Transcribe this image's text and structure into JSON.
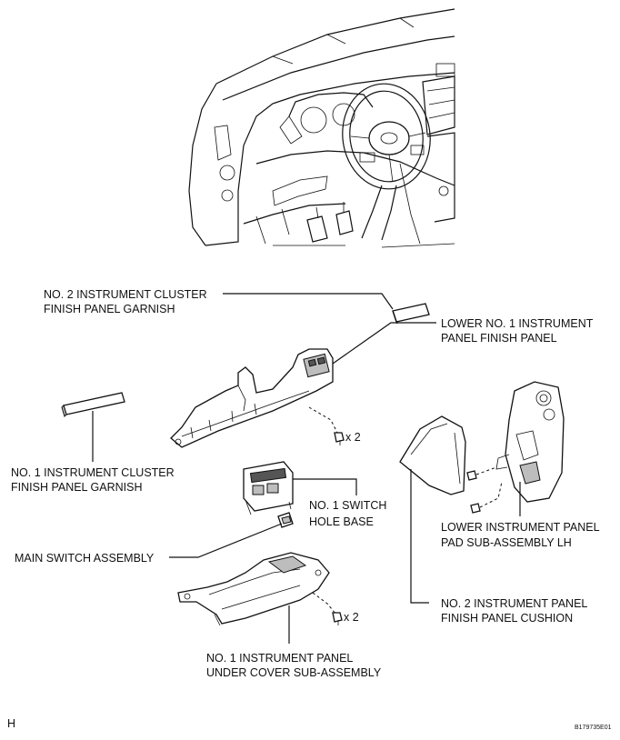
{
  "labels": {
    "no2_cluster_garnish_1": "NO. 2 INSTRUMENT CLUSTER",
    "no2_cluster_garnish_2": "FINISH PANEL GARNISH",
    "lower_no1_panel_1": "LOWER NO. 1 INSTRUMENT",
    "lower_no1_panel_2": "PANEL FINISH PANEL",
    "no1_cluster_garnish_1": "NO. 1 INSTRUMENT CLUSTER",
    "no1_cluster_garnish_2": "FINISH PANEL GARNISH",
    "switch_hole_base_1": "NO. 1 SWITCH",
    "switch_hole_base_2": "HOLE BASE",
    "main_switch": "MAIN SWITCH ASSEMBLY",
    "lower_pad_lh_1": "LOWER INSTRUMENT PANEL",
    "lower_pad_lh_2": "PAD SUB-ASSEMBLY LH",
    "no2_cushion_1": "NO. 2 INSTRUMENT PANEL",
    "no2_cushion_2": "FINISH PANEL CUSHION",
    "under_cover_1": "NO. 1 INSTRUMENT PANEL",
    "under_cover_2": "UNDER COVER SUB-ASSEMBLY"
  },
  "fasteners": {
    "upper_qty": "x 2",
    "lower_qty": "x 2"
  },
  "corner_mark": "H",
  "figure_code": "B179735E01"
}
